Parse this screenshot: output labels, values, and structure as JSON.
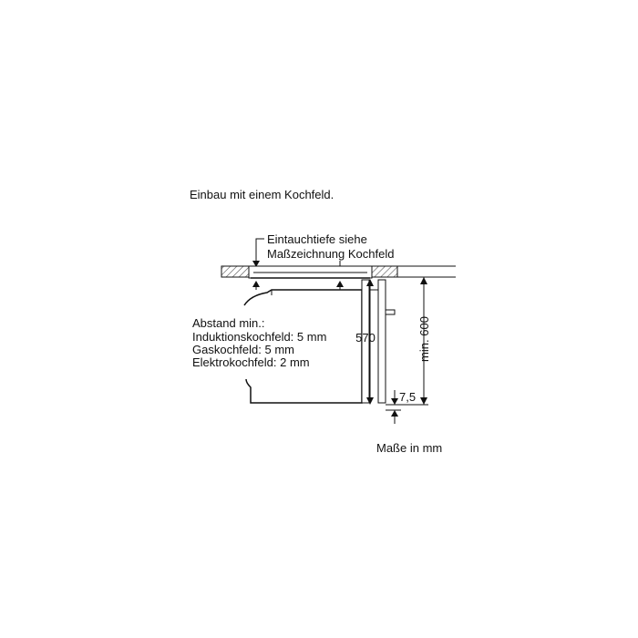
{
  "heading": "Einbau mit einem Kochfeld.",
  "callout_depth": {
    "line1": "Eintauchtiefe siehe",
    "line2": "Maßzeichnung Kochfeld"
  },
  "callout_clearance": {
    "line1": "Abstand min.:",
    "line2": "Induktionskochfeld: 5 mm",
    "line3": "Gaskochfeld: 5 mm",
    "line4": "Elektrokochfeld: 2 mm"
  },
  "dimensions": {
    "oven_height": "570",
    "niche_height": "min. 600",
    "bottom_gap": "7,5"
  },
  "units_note": "Maße in mm",
  "colors": {
    "line": "#111111",
    "hatch": "#555555",
    "background": "#ffffff"
  }
}
